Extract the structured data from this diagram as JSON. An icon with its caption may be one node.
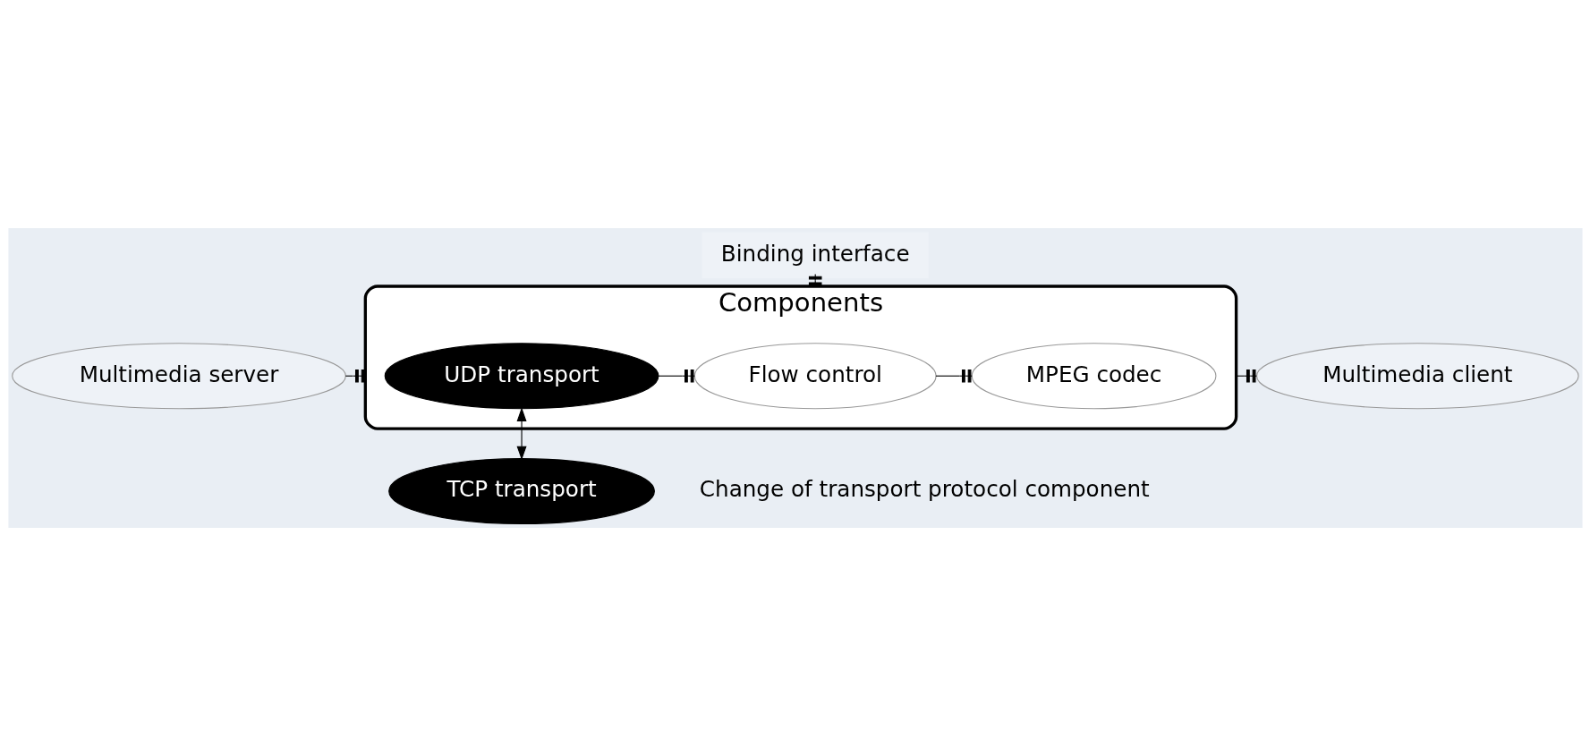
{
  "diagram": {
    "nodes": [
      {
        "text": [
          "Multimedia server"
        ]
      },
      {
        "text": [
          "Components"
        ]
      },
      {
        "text": [
          "UDP transport"
        ],
        "in": 1
      },
      {
        "text": [
          "Flow control"
        ],
        "in": 1
      },
      {
        "text": [
          "MPEG codec"
        ],
        "in": 1
      },
      {
        "text": [
          "Multimedia client"
        ]
      },
      {
        "text": [
          "TCP transport"
        ]
      },
      {
        "text": [
          "Binding interface"
        ]
      }
    ],
    "edges": [
      {
        "from": 7,
        "to": 1,
        "arrow": "other"
      },
      {
        "from": 0,
        "to": 1,
        "arrow": "other"
      },
      {
        "from": 2,
        "to": 3,
        "arrow": "other"
      },
      {
        "from": 3,
        "to": 4,
        "arrow": "other"
      },
      {
        "from": 1,
        "to": 5,
        "arrow": "other"
      },
      {
        "from": 2,
        "to": 6,
        "arrow": "both"
      }
    ],
    "labels": [
      "Change of transport protocol component"
    ]
  }
}
